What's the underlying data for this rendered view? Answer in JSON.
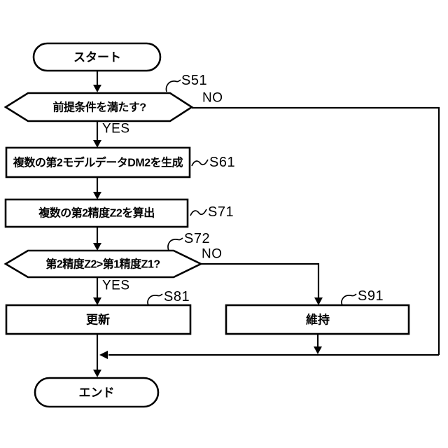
{
  "figure": {
    "background": "#ffffff",
    "line_color": "#000000",
    "nodes": {
      "start": "スタート",
      "cond_precondition": "前提条件を満たす?",
      "generate_models": "複数の第2モデルデータDM2を生成",
      "calc_accuracy": "複数の第2精度Z2を算出",
      "cond_accuracy": "第2精度Z2>第1精度Z1?",
      "update": "更新",
      "keep": "維持",
      "end": "エンド"
    },
    "step_labels": {
      "s51": "S51",
      "s61": "S61",
      "s71": "S71",
      "s72": "S72",
      "s81": "S81",
      "s91": "S91"
    },
    "branch_labels": {
      "cond1_yes": "YES",
      "cond1_no": "NO",
      "cond2_yes": "YES",
      "cond2_no": "NO"
    }
  }
}
